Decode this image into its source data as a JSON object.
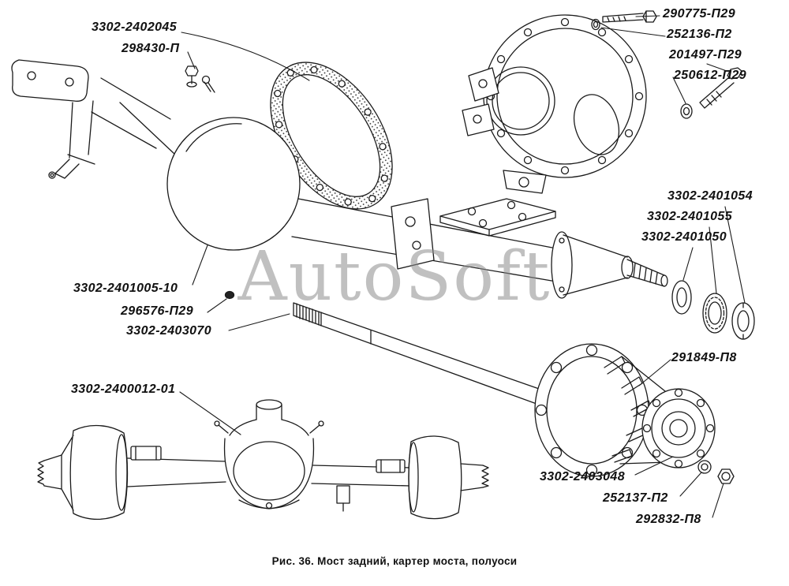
{
  "watermark": "AutoSoft",
  "caption": "Рис. 36. Мост задний, картер моста, полуоси",
  "labels": [
    {
      "text": "3302-2402045"
    },
    {
      "text": "298430-П"
    },
    {
      "text": "290775-П29"
    },
    {
      "text": "252136-П2"
    },
    {
      "text": "201497-П29"
    },
    {
      "text": "250612-П29"
    },
    {
      "text": "3302-2401054"
    },
    {
      "text": "3302-2401055"
    },
    {
      "text": "3302-2401050"
    },
    {
      "text": "3302-2401005-10"
    },
    {
      "text": "296576-П29"
    },
    {
      "text": "3302-2403070"
    },
    {
      "text": "291849-П8"
    },
    {
      "text": "3302-2400012-01"
    },
    {
      "text": "3302-2403048"
    },
    {
      "text": "252137-П2"
    },
    {
      "text": "292832-П8"
    }
  ]
}
